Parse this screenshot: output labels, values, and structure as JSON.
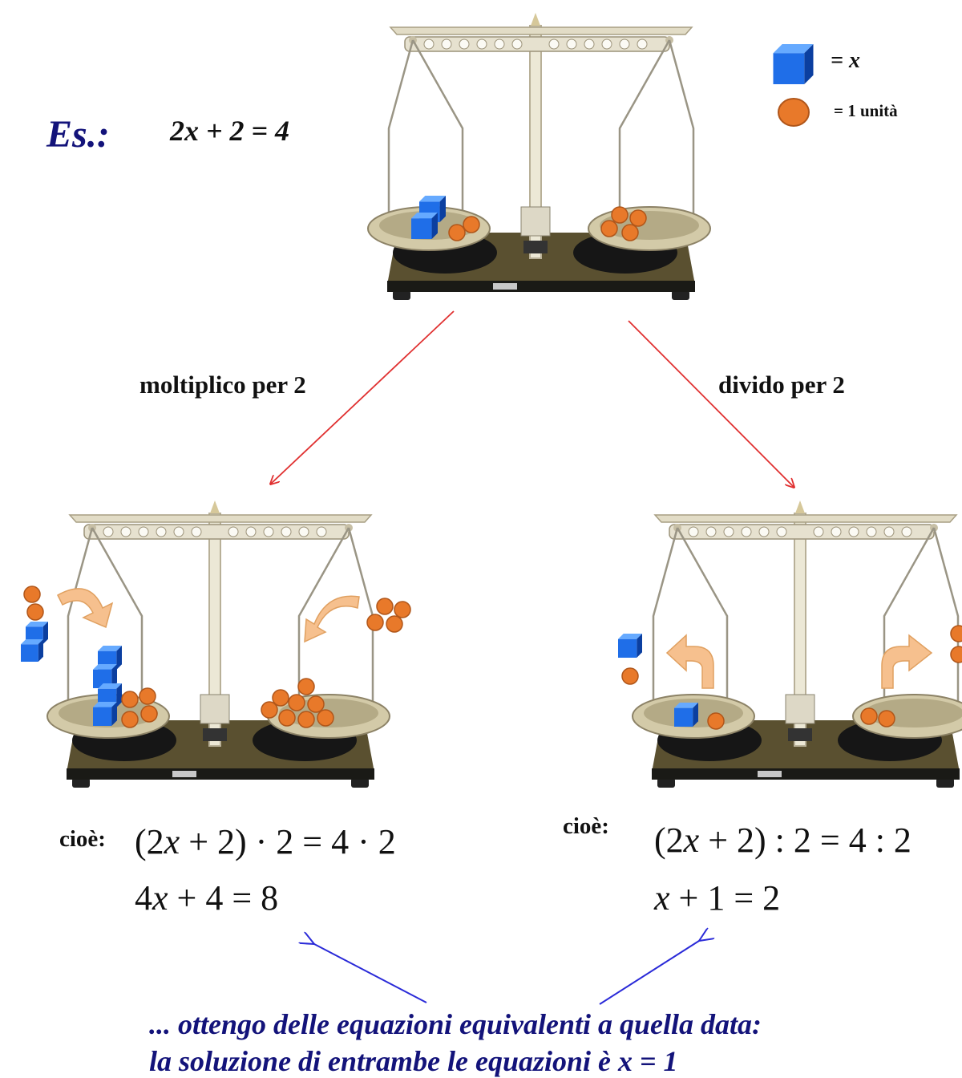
{
  "heading": {
    "es_label": "Es.:",
    "equation": "2x + 2 = 4"
  },
  "legend": {
    "cube_label": "= x",
    "circle_label": "= 1 unità",
    "cube_icon": "blue-cube-icon",
    "circle_icon": "orange-unit-circle-icon"
  },
  "operations": {
    "multiply_label": "moltiplico per 2",
    "divide_label": "divido per 2"
  },
  "left_result": {
    "cioe": "cioè:",
    "line1": {
      "a": "(2",
      "v": "x",
      "b": " + 2) · 2 = 4 · 2"
    },
    "line2": {
      "a": "4",
      "v": "x",
      "b": " + 4 = 8"
    }
  },
  "right_result": {
    "cioe": "cioè:",
    "line1": {
      "a": "(2",
      "v": "x",
      "b": " + 2) : 2 = 4 : 2"
    },
    "line2": {
      "a": "",
      "v": "x",
      "b": " + 1 = 2"
    }
  },
  "conclusion": {
    "line1": "... ottengo delle equazioni equivalenti a quella data:",
    "line2": "la soluzione di entrambe le equazioni è x = 1"
  },
  "colors": {
    "title_blue": "#13137a",
    "cube_blue": "#1f6ee8",
    "unit_orange": "#e8792a",
    "red_arrow": "#e03030",
    "blue_arrow": "#2a2ad8",
    "curved_arrow": "#f6c08e"
  }
}
